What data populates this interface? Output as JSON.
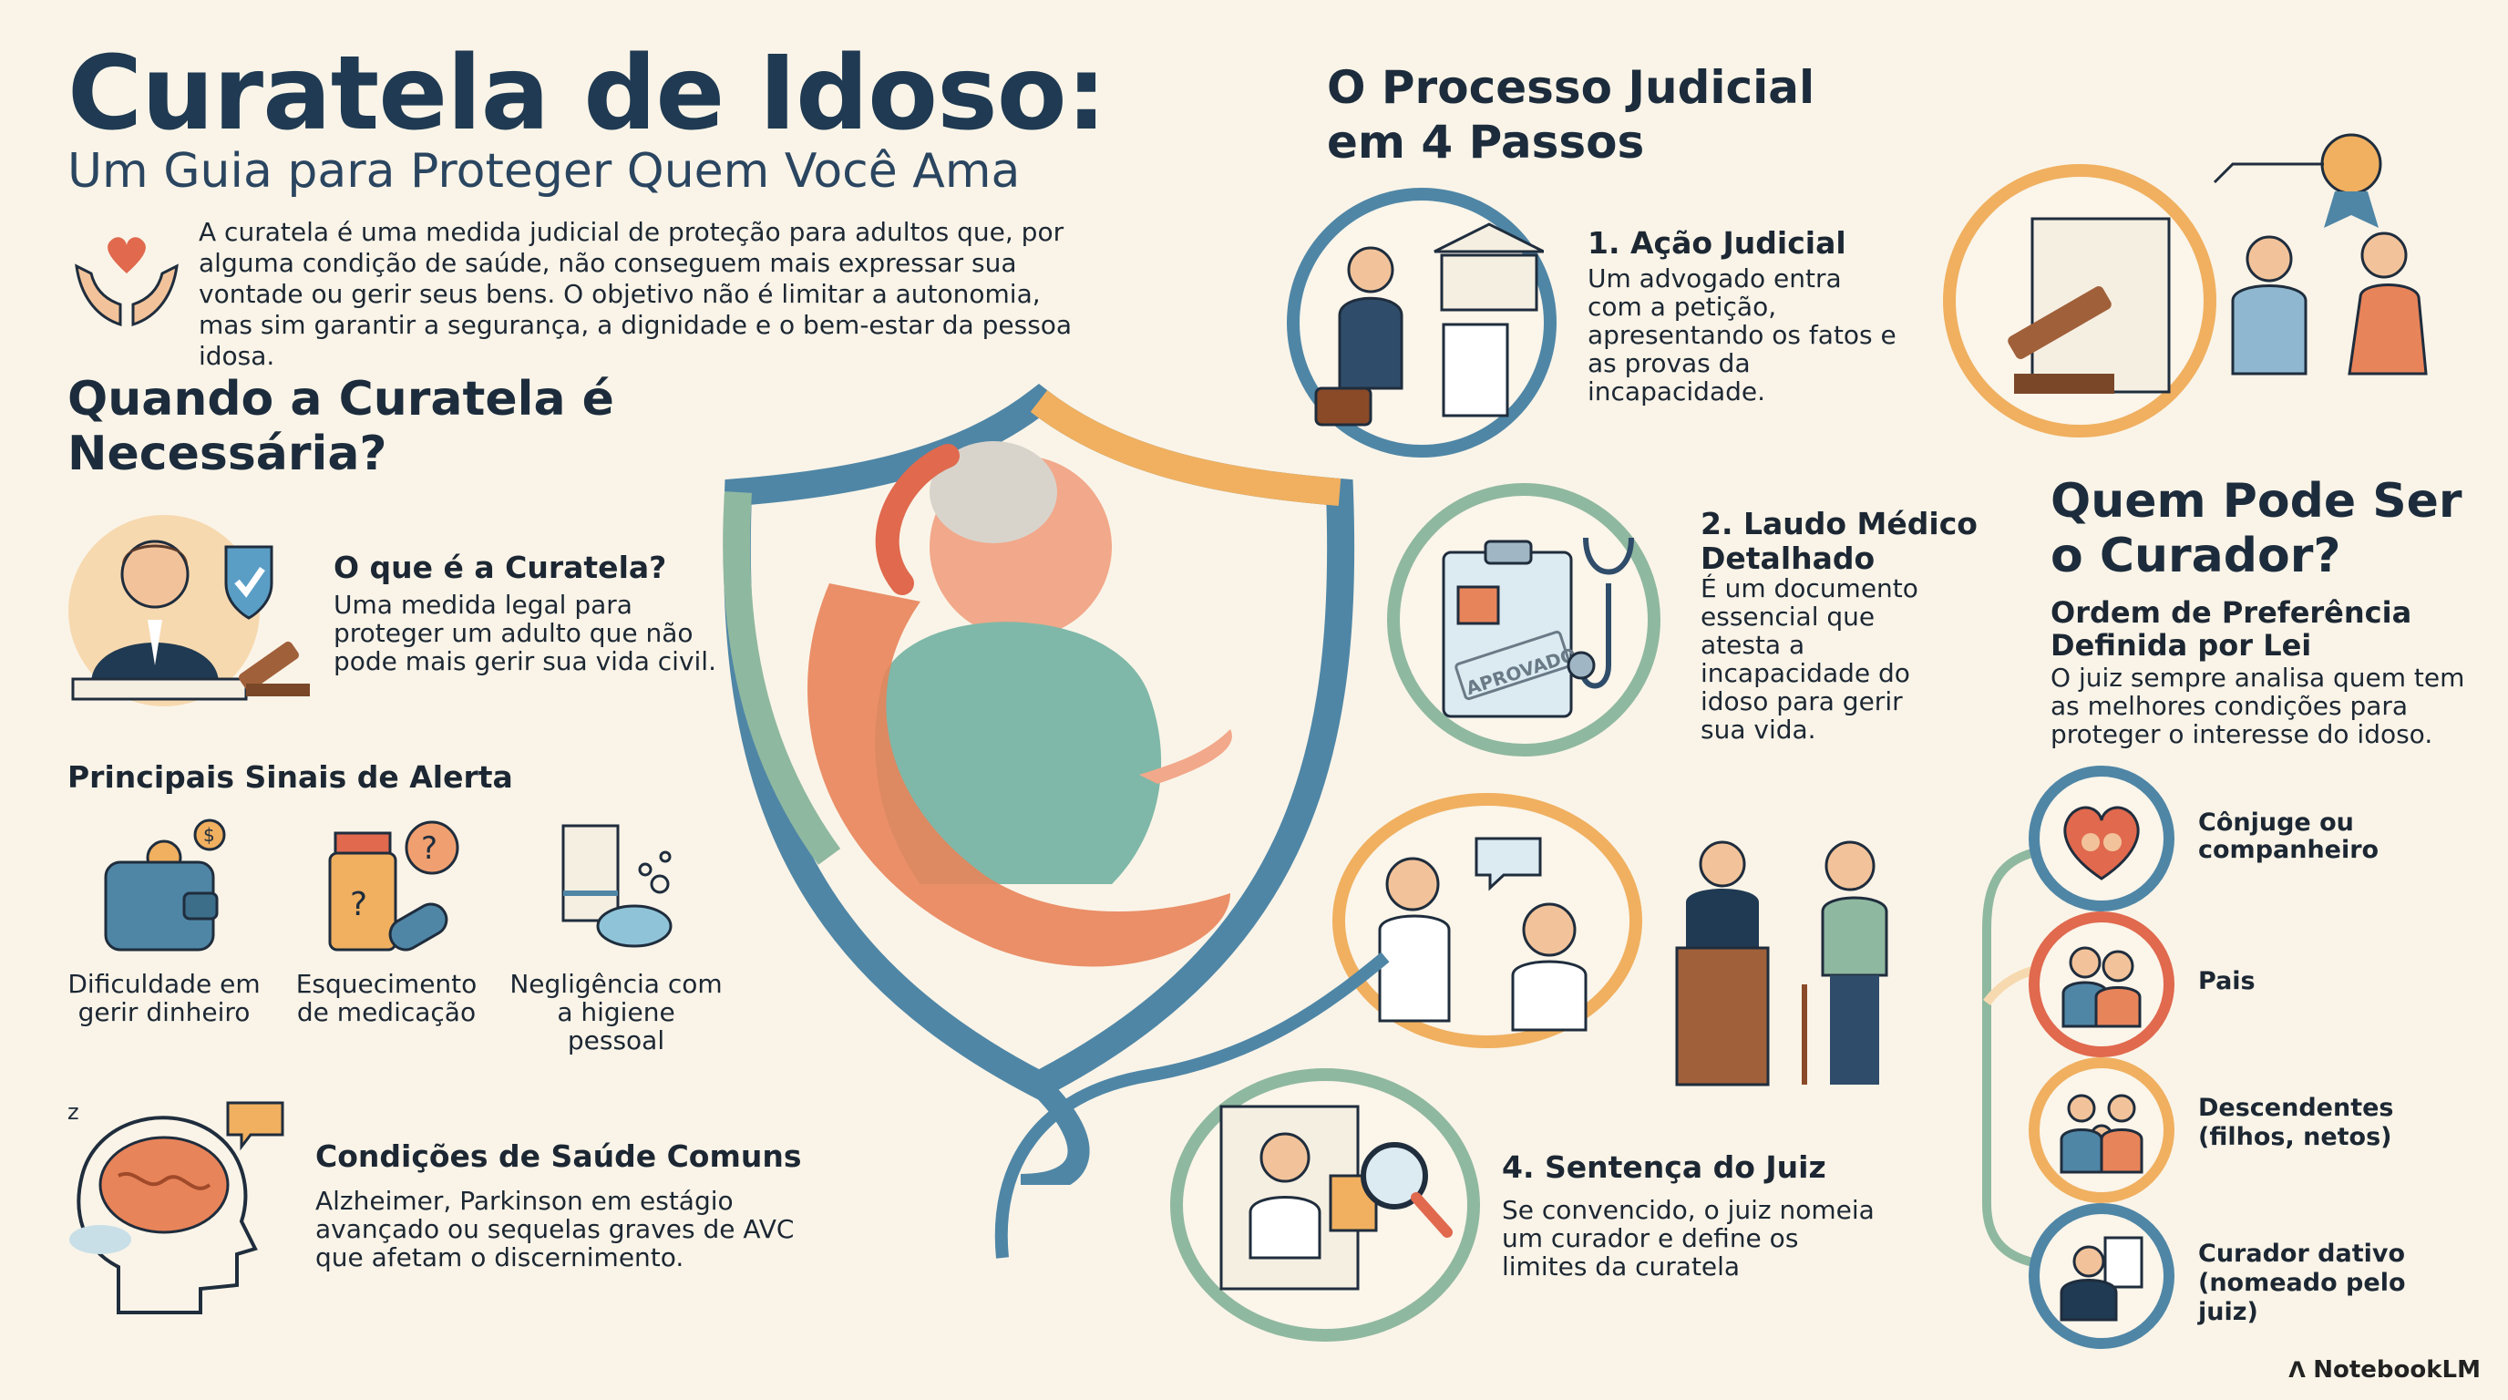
{
  "header": {
    "title": "Curatela de Idoso:",
    "subtitle": "Um Guia para Proteger Quem Você Ama",
    "intro": "A curatela é uma medida judicial de proteção para adultos que, por alguma condição de saúde, não conseguem mais expressar sua vontade ou gerir seus bens. O objetivo não é limitar a autonomia, mas sim garantir a segurança, a dignidade e o bem-estar da pessoa idosa."
  },
  "when": {
    "heading": "Quando a Curatela é Necessária?",
    "what_title": "O que é a Curatela?",
    "what_text": "Uma medida legal para proteger um adulto que não pode mais gerir sua vida civil.",
    "signs_title": "Principais Sinais de Alerta",
    "signs": [
      {
        "label": "Dificuldade em gerir dinheiro",
        "icon": "wallet-icon"
      },
      {
        "label": "Esquecimento de medicação",
        "icon": "medicine-icon"
      },
      {
        "label": "Negligência com a higiene pessoal",
        "icon": "hygiene-icon"
      }
    ],
    "conditions_title": "Condições de Saúde Comuns",
    "conditions_text": "Alzheimer, Parkinson em estágio avançado ou sequelas graves de AVC que afetam o discernimento."
  },
  "process": {
    "heading": "O Processo Judicial em 4 Passos",
    "steps": [
      {
        "title": "1. Ação Judicial",
        "text": "Um advogado entra com a petição, apresentando os fatos e as provas da incapacidade."
      },
      {
        "title": "2. Laudo Médico Detalhado",
        "text": "É um documento essencial que atesta a incapacidade do idoso para gerir sua vida."
      },
      {
        "title": "4. Sentença do Juiz",
        "text": "Se convencido, o juiz nomeia um curador e define os limites da curatela"
      }
    ],
    "stamp": "APROVADO"
  },
  "curator": {
    "heading": "Quem Pode Ser o Curador?",
    "order_title": "Ordem de Preferência Definida por Lei",
    "order_text": "O juiz sempre analisa quem tem as melhores condições para proteger o interesse do idoso.",
    "options": [
      {
        "label": "Cônjuge ou companheiro",
        "color": "#e8845a"
      },
      {
        "label": "Pais",
        "color": "#e0694e"
      },
      {
        "label": "Descendentes (filhos, netos)",
        "color": "#f0b060"
      },
      {
        "label": "Curador dativo (nomeado pelo juiz)",
        "color": "#8fb8a0"
      }
    ]
  },
  "credit": "NotebookLM",
  "colors": {
    "navy": "#1f3a52",
    "orange": "#e8845a",
    "teal": "#4f86a6",
    "green": "#8fb8a0",
    "cream": "#faf4e8"
  }
}
